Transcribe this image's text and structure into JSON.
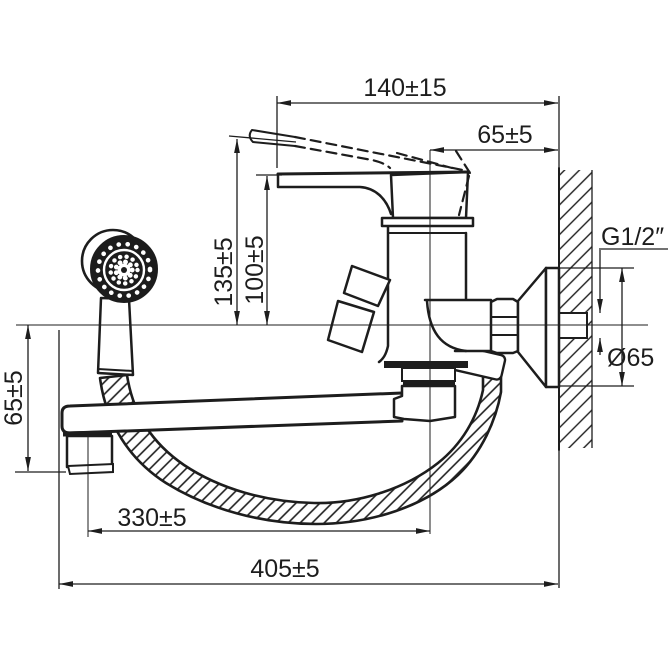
{
  "page": {
    "background": "#ffffff",
    "line_color": "#1d1d1d"
  },
  "drawing": {
    "type": "wall-mounted bath mixer with shower, side view technical drawing",
    "dimensions": {
      "top_width": "140±15",
      "handle_offset": "65±5",
      "lever_raised_height": "135±5",
      "lever_height": "100±5",
      "spout_drop": "65±5",
      "spout_length": "330±5",
      "overall_length": "405±5",
      "thread_size": "G1/2″",
      "flange_diameter": "Ø65"
    }
  }
}
